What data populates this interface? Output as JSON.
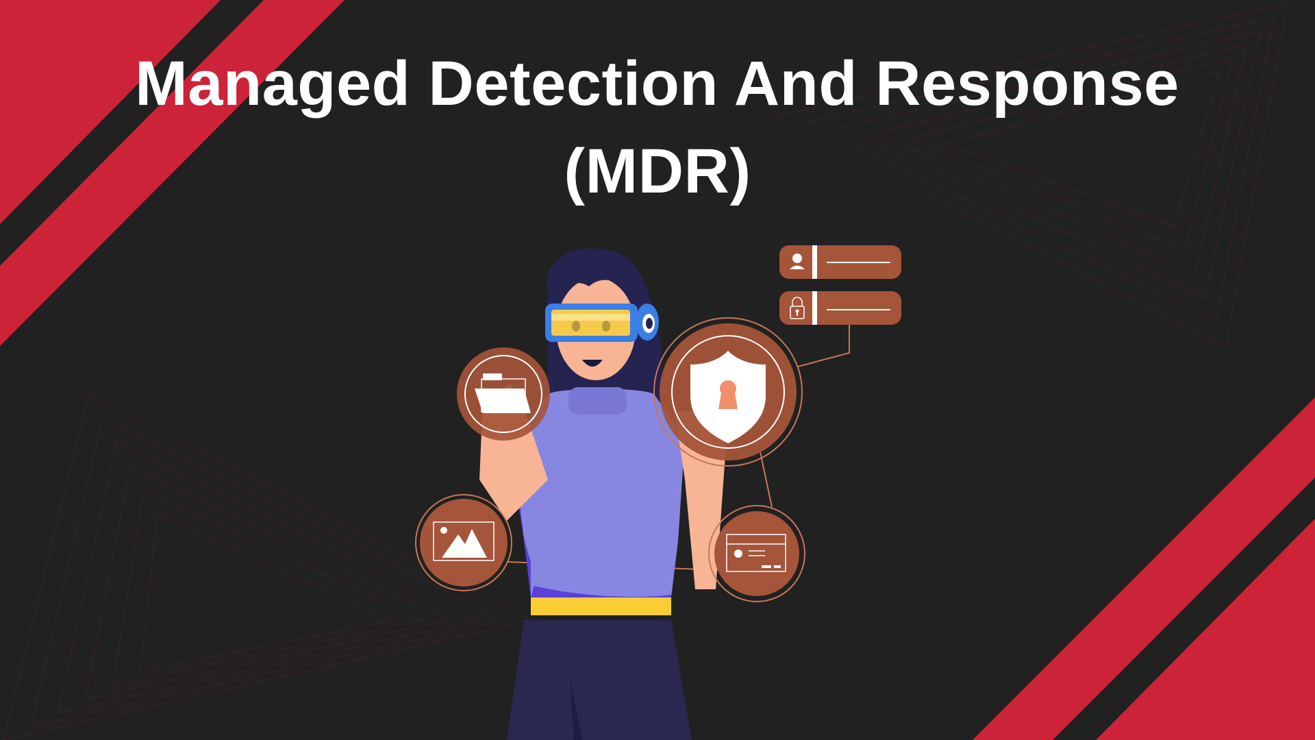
{
  "page": {
    "title_line1": "Managed Detection And Response",
    "title_line2": "(MDR)"
  },
  "colors": {
    "background": "#212121",
    "accent_red": "#cd2339",
    "panel_brown": "#a4553a",
    "skin": "#f7b596",
    "shirt": "#8786e0",
    "belt": "#fbcd35",
    "pants": "#2a2850",
    "goggles": "#3a7ee6",
    "hair": "#25234f",
    "white": "#ffffff"
  },
  "illustration": {
    "subject": "woman-with-vr-goggles",
    "floating_icons": [
      {
        "name": "folder-icon",
        "position": "upper-left"
      },
      {
        "name": "shield-keyhole-icon",
        "position": "upper-right"
      },
      {
        "name": "image-icon",
        "position": "lower-left"
      },
      {
        "name": "id-card-icon",
        "position": "lower-right"
      }
    ],
    "login_panel": {
      "fields": [
        {
          "icon": "user-icon",
          "value": ""
        },
        {
          "icon": "lock-icon",
          "value": ""
        }
      ]
    }
  }
}
